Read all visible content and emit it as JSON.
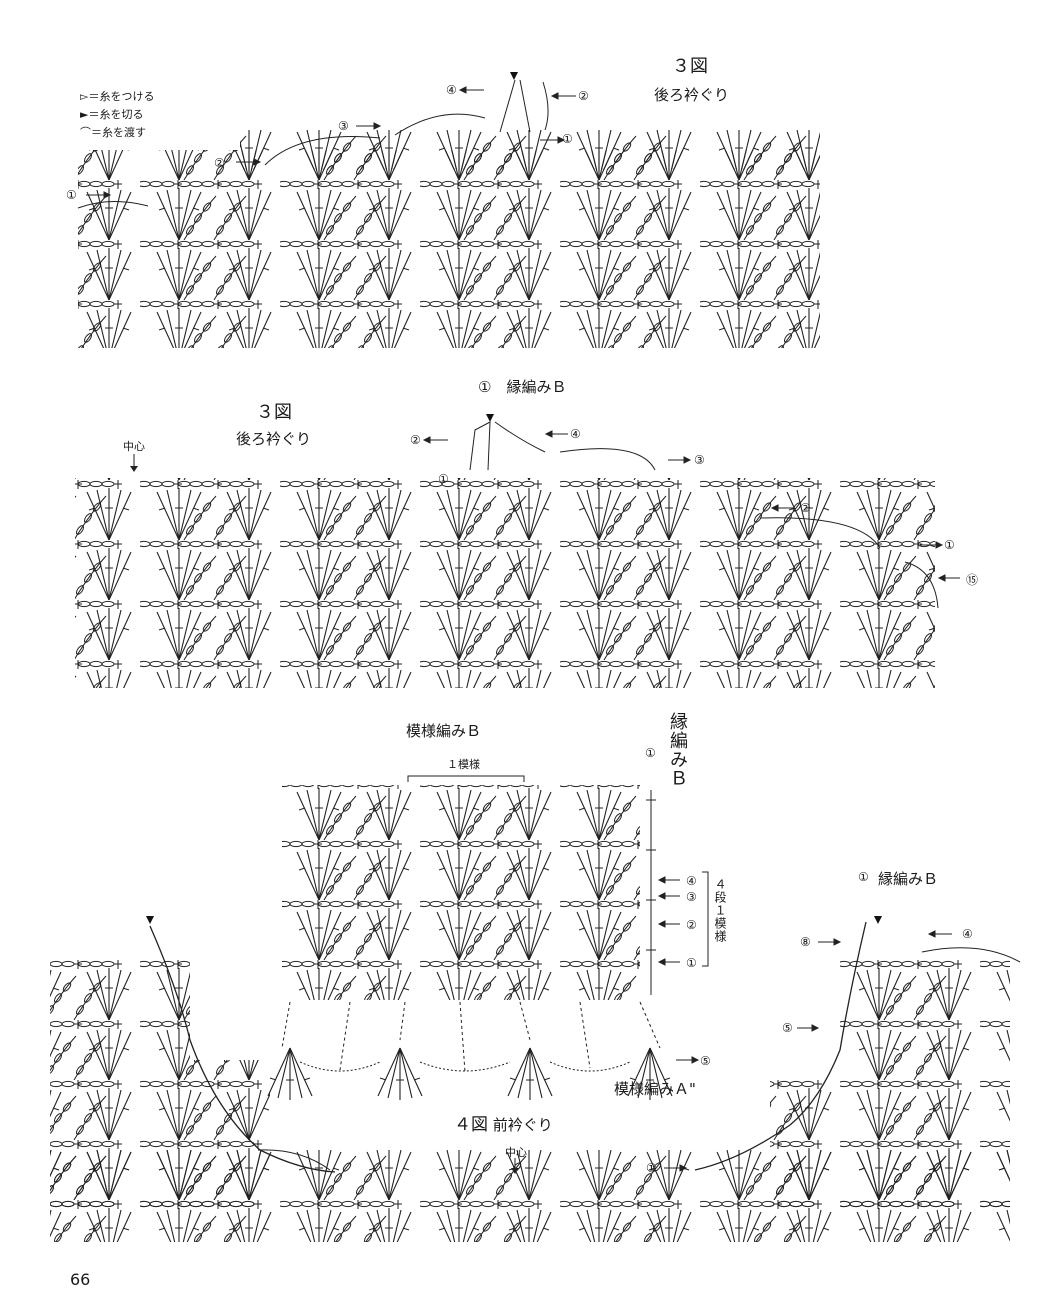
{
  "legend": [
    {
      "symbol": "▻",
      "text": "＝糸をつける"
    },
    {
      "symbol": "►",
      "text": "＝糸を切る"
    },
    {
      "symbol": "⌒",
      "text": "＝糸を渡す"
    }
  ],
  "fig3_top": {
    "number": "３図",
    "subtitle": "後ろ衿ぐり",
    "row_markers": [
      "①",
      "②",
      "③",
      "④",
      "②",
      "①"
    ]
  },
  "fig3_mid": {
    "number": "３図",
    "subtitle": "後ろ衿ぐり",
    "center": "中心",
    "edge_label": "①　縁編みＢ",
    "row_markers": [
      "②",
      "①",
      "④",
      "③",
      "②",
      "①",
      "⑮"
    ]
  },
  "pattern_b": {
    "title": "模様編みＢ",
    "one_repeat": "１模様",
    "edge_vertical": "縁編みＢ",
    "row_repeat_vertical": "４段１模様",
    "row_markers": [
      "①",
      "④",
      "③",
      "②",
      "①",
      "⑤"
    ],
    "pattern_a": "模様編みＡ\""
  },
  "fig4": {
    "title": "４図",
    "subtitle": "前衿ぐり",
    "center": "中心",
    "edge_label": "縁編みＢ",
    "row_markers": [
      "①",
      "④",
      "⑧",
      "⑤",
      "①"
    ]
  },
  "page_number": "66"
}
